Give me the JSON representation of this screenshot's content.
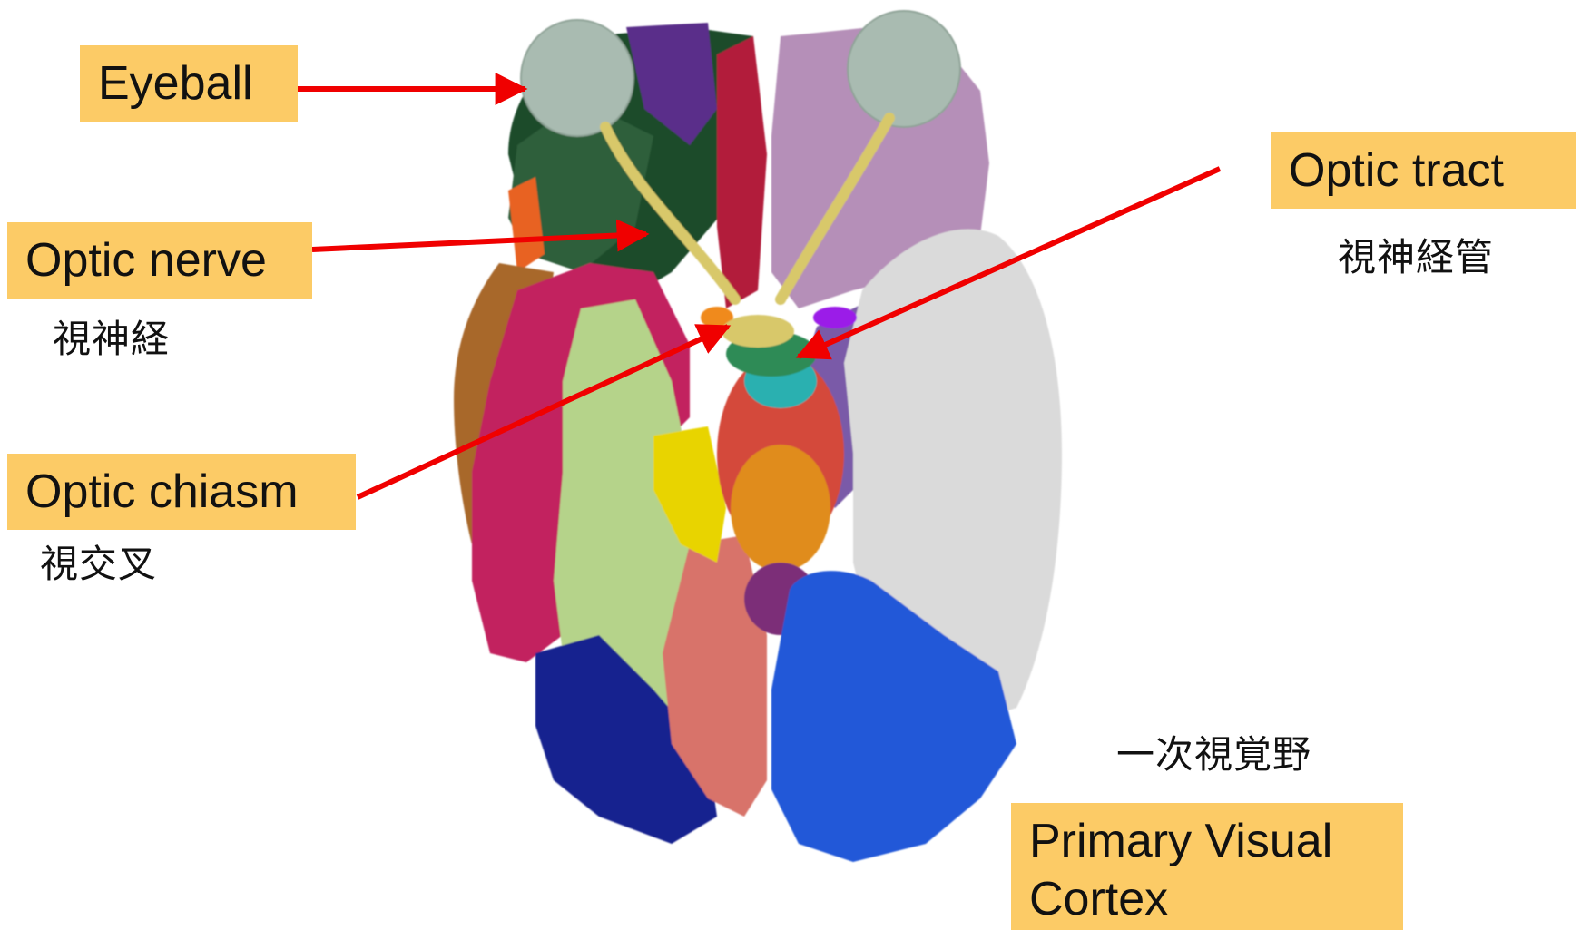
{
  "colors": {
    "label_fill": "#FCCB66",
    "arrow": "#F00000",
    "background": "#FFFFFF",
    "eyeball": "#A9BBB1",
    "optic_nerve": "#D8C86A",
    "primary_visual_cortex": "#2158D8"
  },
  "labels": {
    "eyeball": {
      "en": "Eyeball"
    },
    "optic_nerve": {
      "en": "Optic nerve",
      "jp": "視神経"
    },
    "optic_chiasm": {
      "en": "Optic chiasm",
      "jp": "視交叉"
    },
    "optic_tract": {
      "en": "Optic tract",
      "jp": "視神経管"
    },
    "primary_visual_cortex": {
      "en_line1": "Primary Visual",
      "en_line2": "Cortex",
      "jp": "一次視覚野"
    }
  }
}
